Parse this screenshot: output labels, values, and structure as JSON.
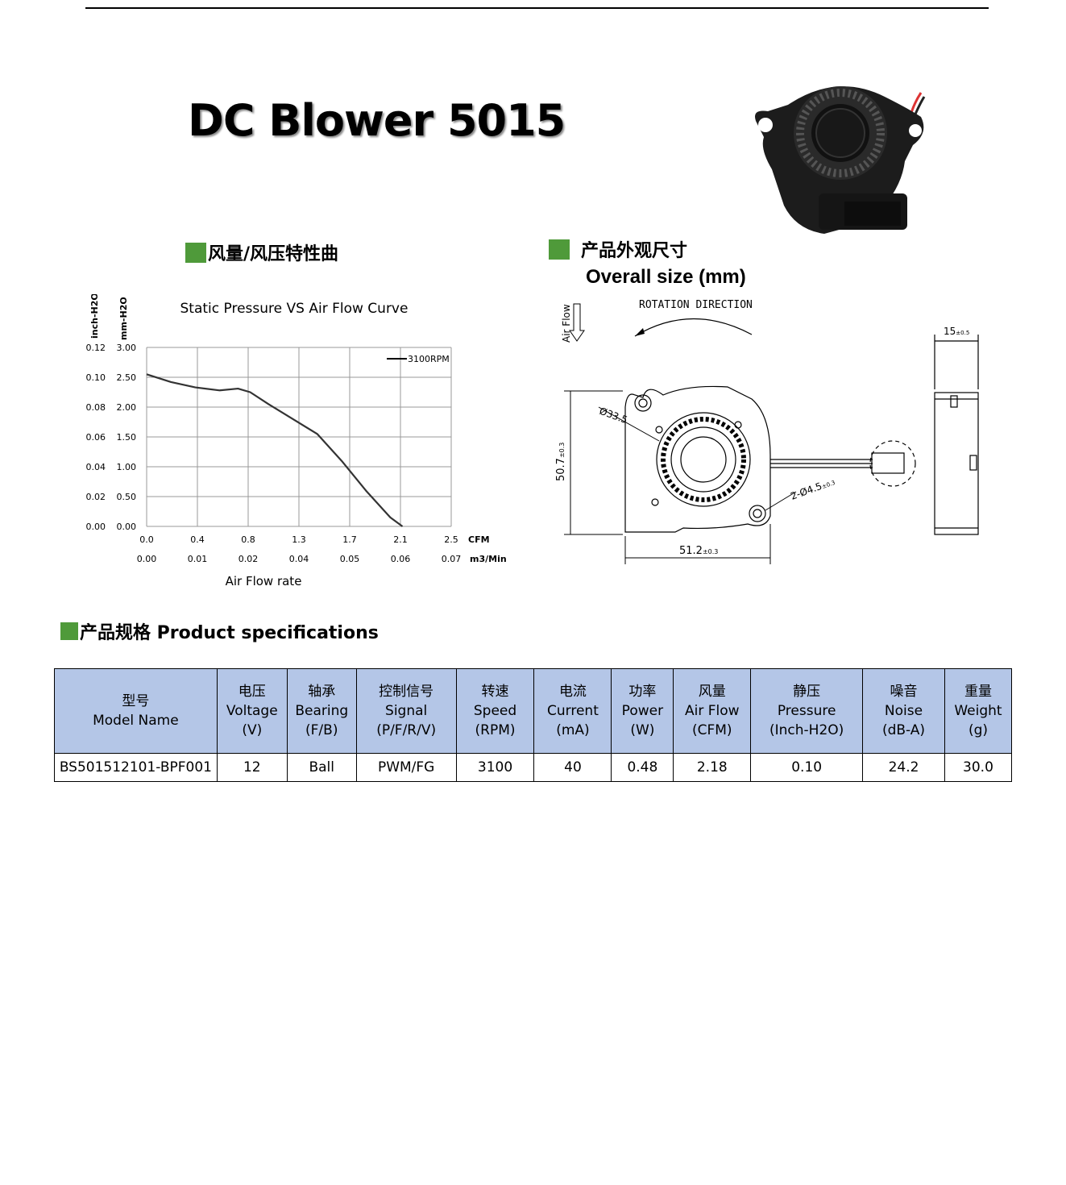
{
  "title": "DC Blower 5015",
  "sections": {
    "curve_heading": "风量/风压特性曲",
    "size_heading_cn": "产品外观尺寸",
    "size_heading_en": "Overall size (mm)",
    "spec_heading": "产品规格  Product specifications"
  },
  "chart_data": {
    "type": "line",
    "title": "Static Pressure VS Air Flow Curve",
    "xlabel": "Air Flow rate",
    "ylabel_left_outer": "inch-H2O",
    "ylabel_left_inner": "mm-H2O",
    "x_ticks_cfm": [
      "0.0",
      "0.4",
      "0.8",
      "1.3",
      "1.7",
      "2.1",
      "2.5"
    ],
    "x_ticks_m3": [
      "0.00",
      "0.01",
      "0.02",
      "0.04",
      "0.05",
      "0.06",
      "0.07"
    ],
    "x_unit_cfm": "CFM",
    "x_unit_m3": "m3/Min",
    "y_ticks_inch": [
      "0.00",
      "0.02",
      "0.04",
      "0.06",
      "0.08",
      "0.10",
      "0.12"
    ],
    "y_ticks_mm": [
      "0.00",
      "0.50",
      "1.00",
      "1.50",
      "2.00",
      "2.50",
      "3.00"
    ],
    "xlim": [
      0,
      2.5
    ],
    "ylim": [
      0,
      3.0
    ],
    "grid": true,
    "legend_position": "top-right",
    "series": [
      {
        "name": "3100RPM",
        "x": [
          0.0,
          0.2,
          0.4,
          0.6,
          0.75,
          0.85,
          1.0,
          1.2,
          1.4,
          1.6,
          1.8,
          2.0,
          2.1
        ],
        "y": [
          2.55,
          2.42,
          2.33,
          2.28,
          2.31,
          2.25,
          2.05,
          1.8,
          1.55,
          1.1,
          0.6,
          0.15,
          0.0
        ]
      }
    ]
  },
  "drawing": {
    "rotation_label": "ROTATION  DIRECTION",
    "airflow_label": "Air Flow",
    "dim_width": "51.2",
    "dim_width_tol": "±0.3",
    "dim_height": "50.7",
    "dim_height_tol": "±0.3",
    "dim_depth": "15",
    "dim_depth_tol": "±0.5",
    "dim_rotor": "Ø33.5",
    "dim_holes": "2-Ø4.5",
    "dim_holes_tol": "±0.3"
  },
  "table": {
    "headers": [
      {
        "cn": "型号",
        "en": "Model Name",
        "unit": ""
      },
      {
        "cn": "电压",
        "en": "Voltage",
        "unit": "(V)"
      },
      {
        "cn": "轴承",
        "en": "Bearing",
        "unit": "(F/B)"
      },
      {
        "cn": "控制信号",
        "en": "Signal",
        "unit": "(P/F/R/V)"
      },
      {
        "cn": "转速",
        "en": "Speed",
        "unit": "(RPM)"
      },
      {
        "cn": "电流",
        "en": "Current",
        "unit": "(mA)"
      },
      {
        "cn": "功率",
        "en": "Power",
        "unit": "(W)"
      },
      {
        "cn": "风量",
        "en": "Air Flow",
        "unit": "(CFM)"
      },
      {
        "cn": "静压",
        "en": "Pressure",
        "unit": "(Inch-H2O)"
      },
      {
        "cn": "噪音",
        "en": "Noise",
        "unit": "(dB-A)"
      },
      {
        "cn": "重量",
        "en": "Weight",
        "unit": "(g)"
      }
    ],
    "rows": [
      [
        "BS501512101-BPF001",
        "12",
        "Ball",
        "PWM/FG",
        "3100",
        "40",
        "0.48",
        "2.18",
        "0.10",
        "24.2",
        "30.0"
      ]
    ]
  }
}
